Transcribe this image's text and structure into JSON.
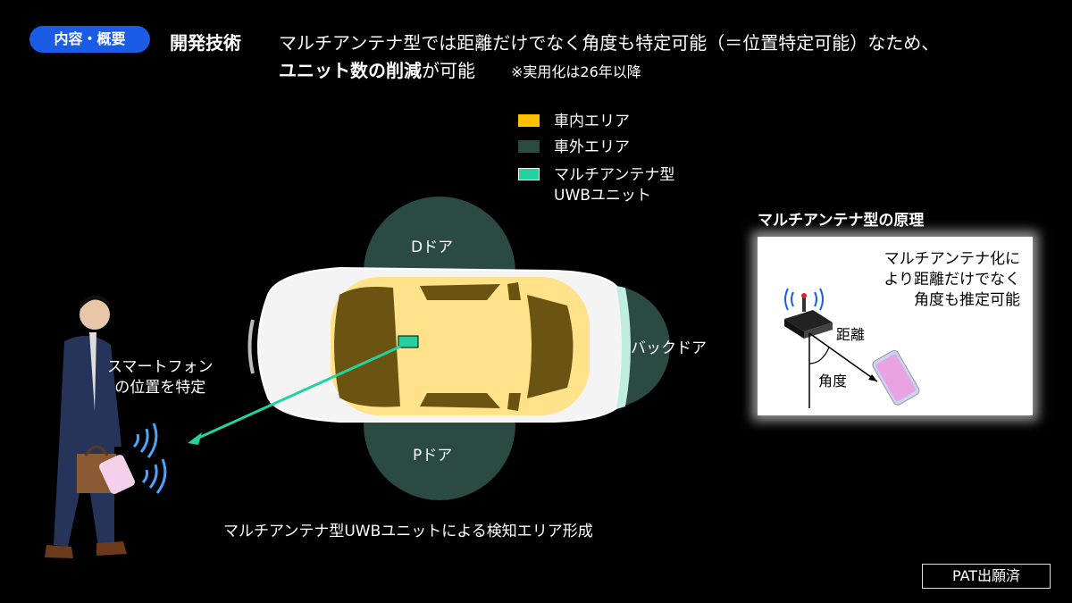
{
  "header": {
    "badge": "内容・概要",
    "label": "開発技術",
    "line1": "マルチアンテナ型では距離だけでなく角度も特定可能（＝位置特定可能）なため、",
    "line2_bold": "ユニット数の削減",
    "line2_rest": "が可能",
    "note": "※実用化は26年以降"
  },
  "legend": [
    {
      "label": "車内エリア",
      "color": "#ffc000"
    },
    {
      "label": "車外エリア",
      "color": "#2b4a42"
    },
    {
      "label": "マルチアンテナ型",
      "label2": "UWBユニット",
      "color": "#22d3a0"
    }
  ],
  "diagram": {
    "d_door": "Dドア",
    "p_door": "Pドア",
    "back_door": "バックドア",
    "smartphone_line1": "スマートフォン",
    "smartphone_line2": "の位置を特定",
    "caption": "マルチアンテナ型UWBユニットによる検知エリア形成"
  },
  "principle": {
    "title": "マルチアンテナ型の原理",
    "text_line1": "マルチアンテナ化に",
    "text_line2": "より距離だけでなく",
    "text_line3": "角度も推定可能",
    "distance": "距離",
    "angle": "角度"
  },
  "pat": "PAT出願済",
  "colors": {
    "badge": "#1a5ce6",
    "inside": "#ffc000",
    "outside": "#2b4a42",
    "unit": "#22d3a0"
  }
}
